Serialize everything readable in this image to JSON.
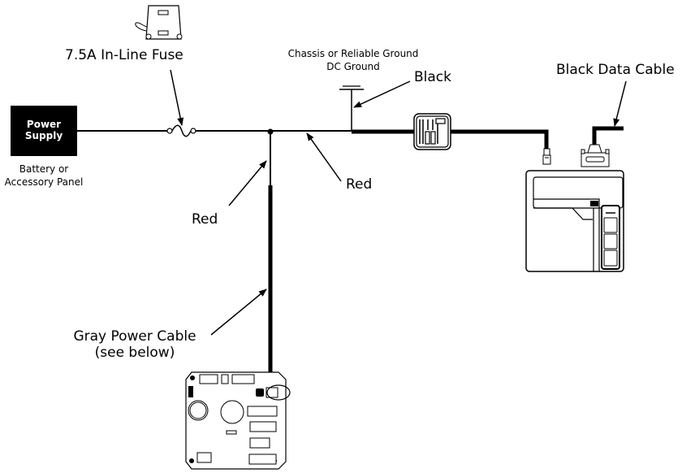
{
  "diagram": {
    "power_supply": {
      "label_line1": "Power",
      "label_line2": "Supply",
      "caption_line1": "Battery or",
      "caption_line2": "Accessory Panel"
    },
    "fuse": {
      "label": "7.5A In-Line Fuse"
    },
    "ground": {
      "label_line1": "Chassis or Reliable Ground",
      "label_line2": "DC Ground"
    },
    "wire_labels": {
      "black": "Black",
      "red_horizontal": "Red",
      "red_vertical": "Red",
      "black_data_cable": "Black Data Cable",
      "gray_power_cable_line1": "Gray Power Cable",
      "gray_power_cable_line2": "(see below)"
    },
    "colors": {
      "line": "#000000",
      "background": "#ffffff",
      "power_supply_fill": "#000000"
    }
  }
}
